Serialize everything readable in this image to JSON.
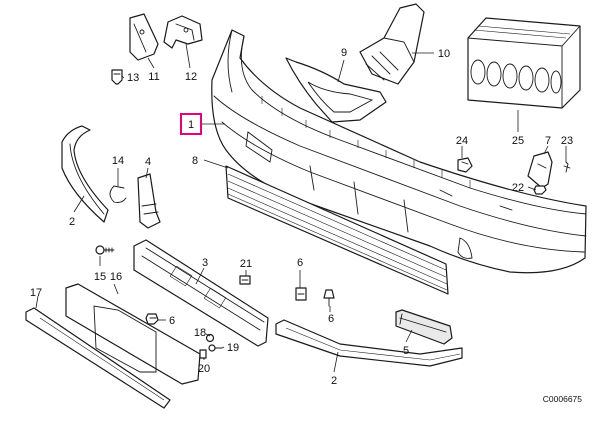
{
  "diagram": {
    "callouts": [
      {
        "id": "c1",
        "label": "1",
        "highlighted": true
      },
      {
        "id": "c2a",
        "label": "2"
      },
      {
        "id": "c2b",
        "label": "2"
      },
      {
        "id": "c3",
        "label": "3"
      },
      {
        "id": "c4",
        "label": "4"
      },
      {
        "id": "c5",
        "label": "5"
      },
      {
        "id": "c6a",
        "label": "6"
      },
      {
        "id": "c6b",
        "label": "6"
      },
      {
        "id": "c6c",
        "label": "6"
      },
      {
        "id": "c7",
        "label": "7"
      },
      {
        "id": "c8",
        "label": "8"
      },
      {
        "id": "c9",
        "label": "9"
      },
      {
        "id": "c10",
        "label": "10"
      },
      {
        "id": "c11",
        "label": "11"
      },
      {
        "id": "c12",
        "label": "12"
      },
      {
        "id": "c13",
        "label": "13"
      },
      {
        "id": "c14",
        "label": "14"
      },
      {
        "id": "c15",
        "label": "15"
      },
      {
        "id": "c16",
        "label": "16"
      },
      {
        "id": "c17",
        "label": "17"
      },
      {
        "id": "c18",
        "label": "18"
      },
      {
        "id": "c19",
        "label": "19"
      },
      {
        "id": "c20",
        "label": "20"
      },
      {
        "id": "c21",
        "label": "21"
      },
      {
        "id": "c22",
        "label": "22"
      },
      {
        "id": "c23",
        "label": "23"
      },
      {
        "id": "c24",
        "label": "24"
      },
      {
        "id": "c25",
        "label": "25"
      }
    ],
    "reference_code": "C0006675",
    "colors": {
      "highlight": "#e6007e",
      "line": "#1a1a1a",
      "background": "#ffffff"
    }
  }
}
